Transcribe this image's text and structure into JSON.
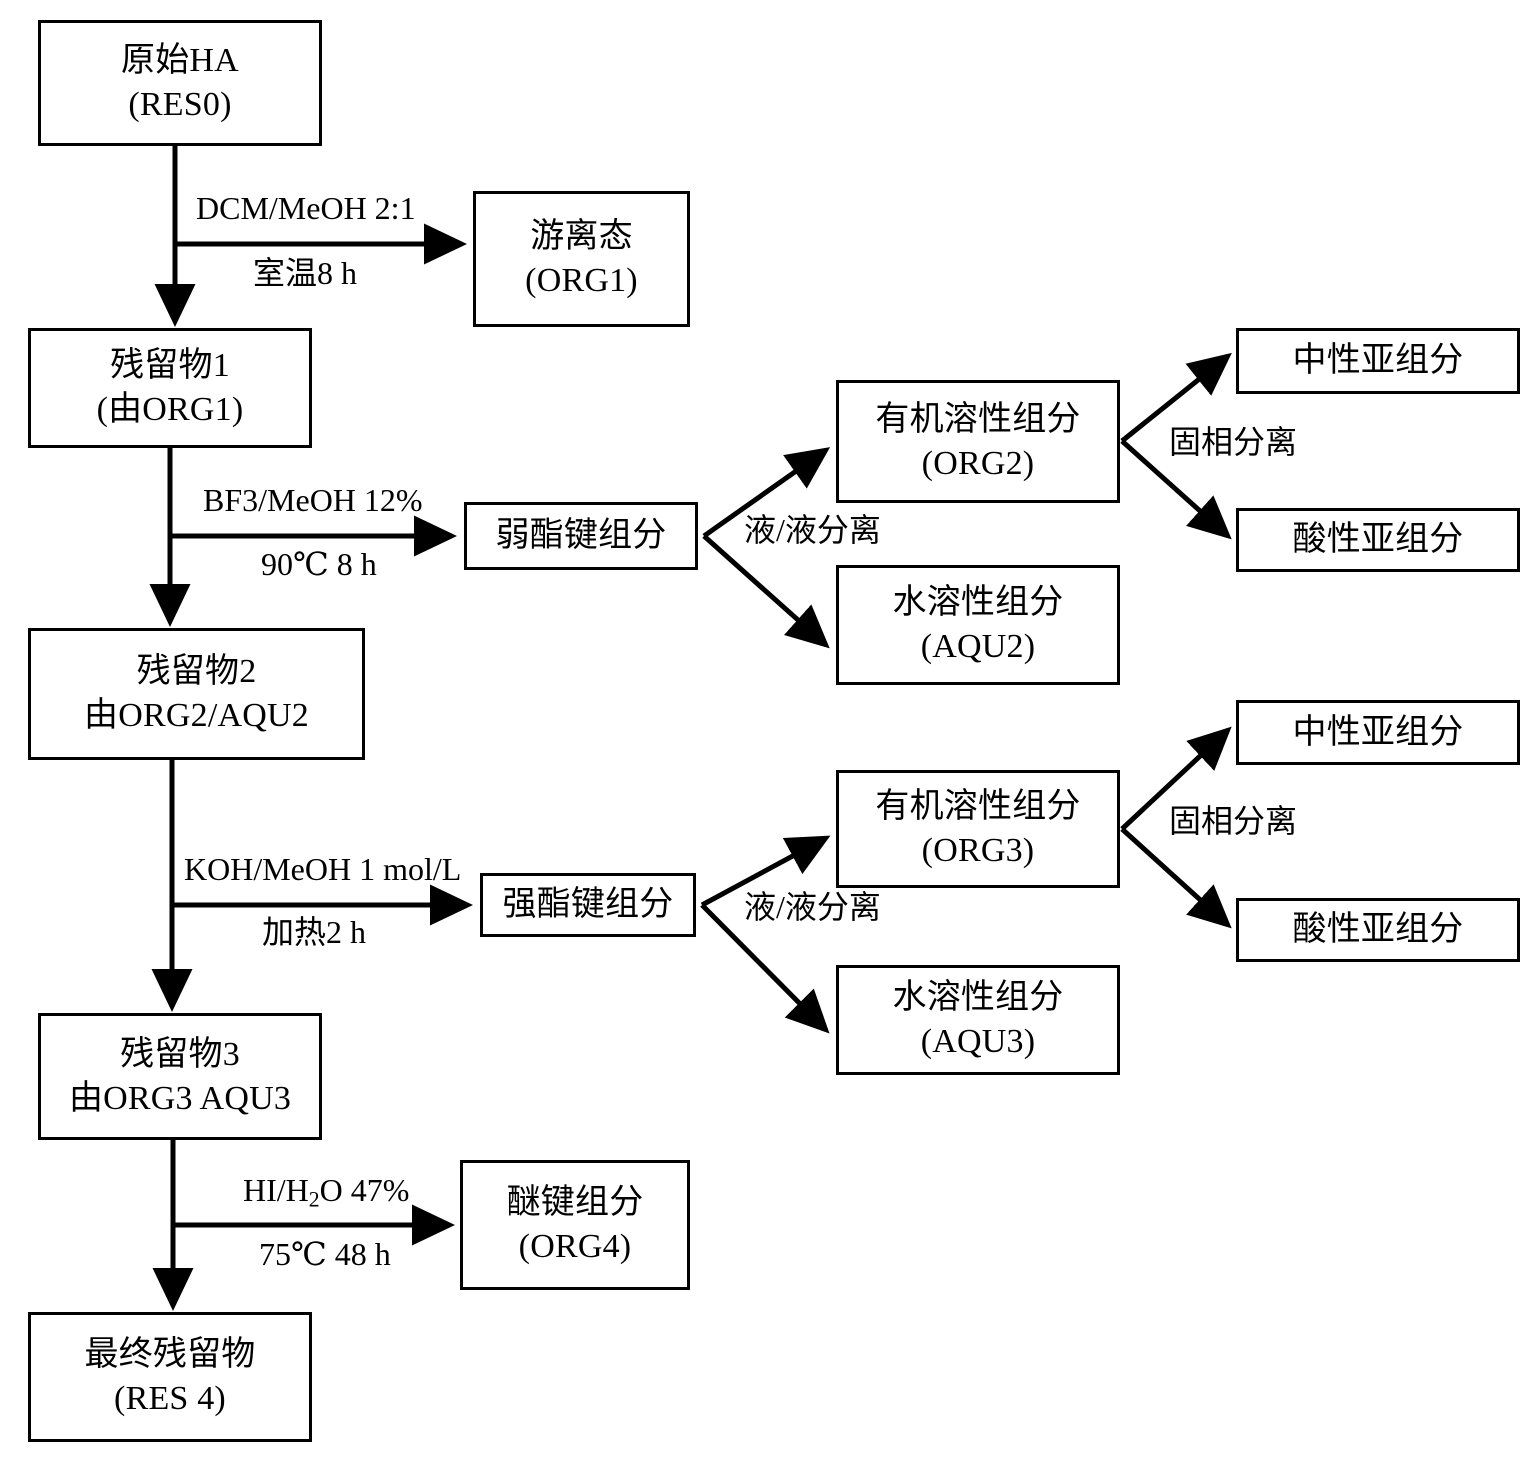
{
  "diagram": {
    "title": "HA sequential chemical fractionation flowchart",
    "stroke_color": "#000000",
    "background_color": "#ffffff"
  },
  "nodes": {
    "res0": {
      "line1": "原始HA",
      "line2": "(RES0)"
    },
    "org1": {
      "line1": "游离态",
      "line2": "(ORG1)"
    },
    "res1": {
      "line1": "残留物1",
      "line2": "(由ORG1)"
    },
    "weak_ester": {
      "line1": "弱酯键组分",
      "line2": ""
    },
    "org2": {
      "line1": "有机溶性组分",
      "line2": "(ORG2)"
    },
    "aqu2": {
      "line1": "水溶性组分",
      "line2": "(AQU2)"
    },
    "neutral1": {
      "line1": "中性亚组分",
      "line2": ""
    },
    "acidic1": {
      "line1": "酸性亚组分",
      "line2": ""
    },
    "res2": {
      "line1": "残留物2",
      "line2": "由ORG2/AQU2"
    },
    "strong_ester": {
      "line1": "强酯键组分",
      "line2": ""
    },
    "org3": {
      "line1": "有机溶性组分",
      "line2": "(ORG3)"
    },
    "aqu3": {
      "line1": "水溶性组分",
      "line2": "(AQU3)"
    },
    "neutral2": {
      "line1": "中性亚组分",
      "line2": ""
    },
    "acidic2": {
      "line1": "酸性亚组分",
      "line2": ""
    },
    "res3": {
      "line1": "残留物3",
      "line2": "由ORG3 AQU3"
    },
    "org4": {
      "line1": "醚键组分",
      "line2": "(ORG4)"
    },
    "res4": {
      "line1": "最终残留物",
      "line2": "(RES 4)"
    }
  },
  "edge_labels": {
    "step1_reagent": "DCM/MeOH 2:1",
    "step1_condition": "室温8 h",
    "step2_reagent": "BF3/MeOH 12%",
    "step2_condition": "90℃ 8 h",
    "step3_reagent": "KOH/MeOH 1 mol/L",
    "step3_condition": "加热2 h",
    "step4_reagent_pre": "HI/H",
    "step4_reagent_sub": "2",
    "step4_reagent_post": "O 47%",
    "step4_condition": "75℃ 48 h",
    "liquid_split_1": "液/液分离",
    "solid_split_1": "固相分离",
    "liquid_split_2": "液/液分离",
    "solid_split_2": "固相分离"
  }
}
